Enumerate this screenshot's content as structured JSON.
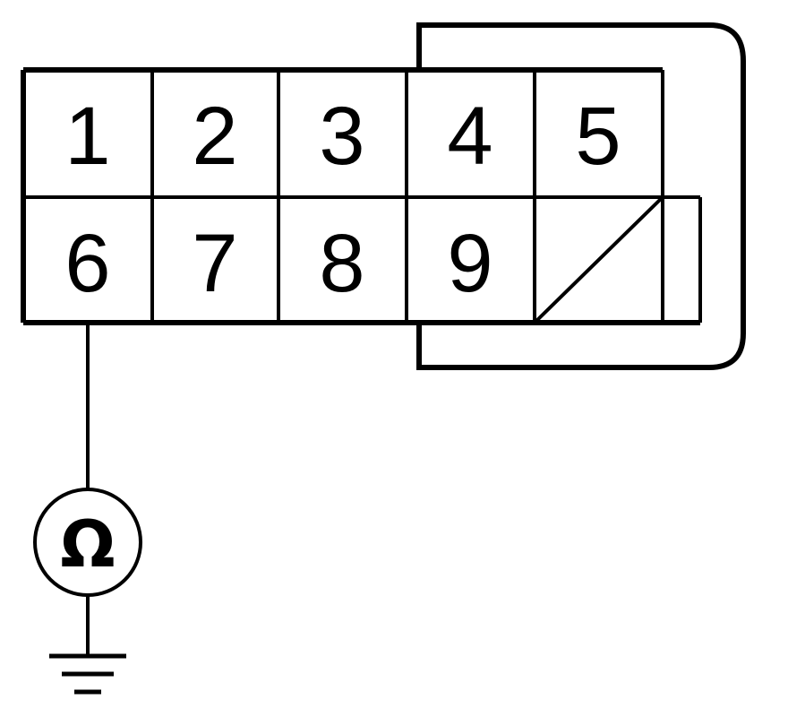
{
  "connector": {
    "pins_top": [
      "1",
      "2",
      "3",
      "4",
      "5"
    ],
    "pins_bottom": [
      "6",
      "7",
      "8",
      "9"
    ],
    "empty_cavity": "blank"
  },
  "meter": {
    "symbol": "Ω",
    "icon": "ohmmeter-icon"
  },
  "ground": {
    "icon": "ground-icon"
  },
  "colors": {
    "line": "#000000",
    "background": "#ffffff"
  }
}
